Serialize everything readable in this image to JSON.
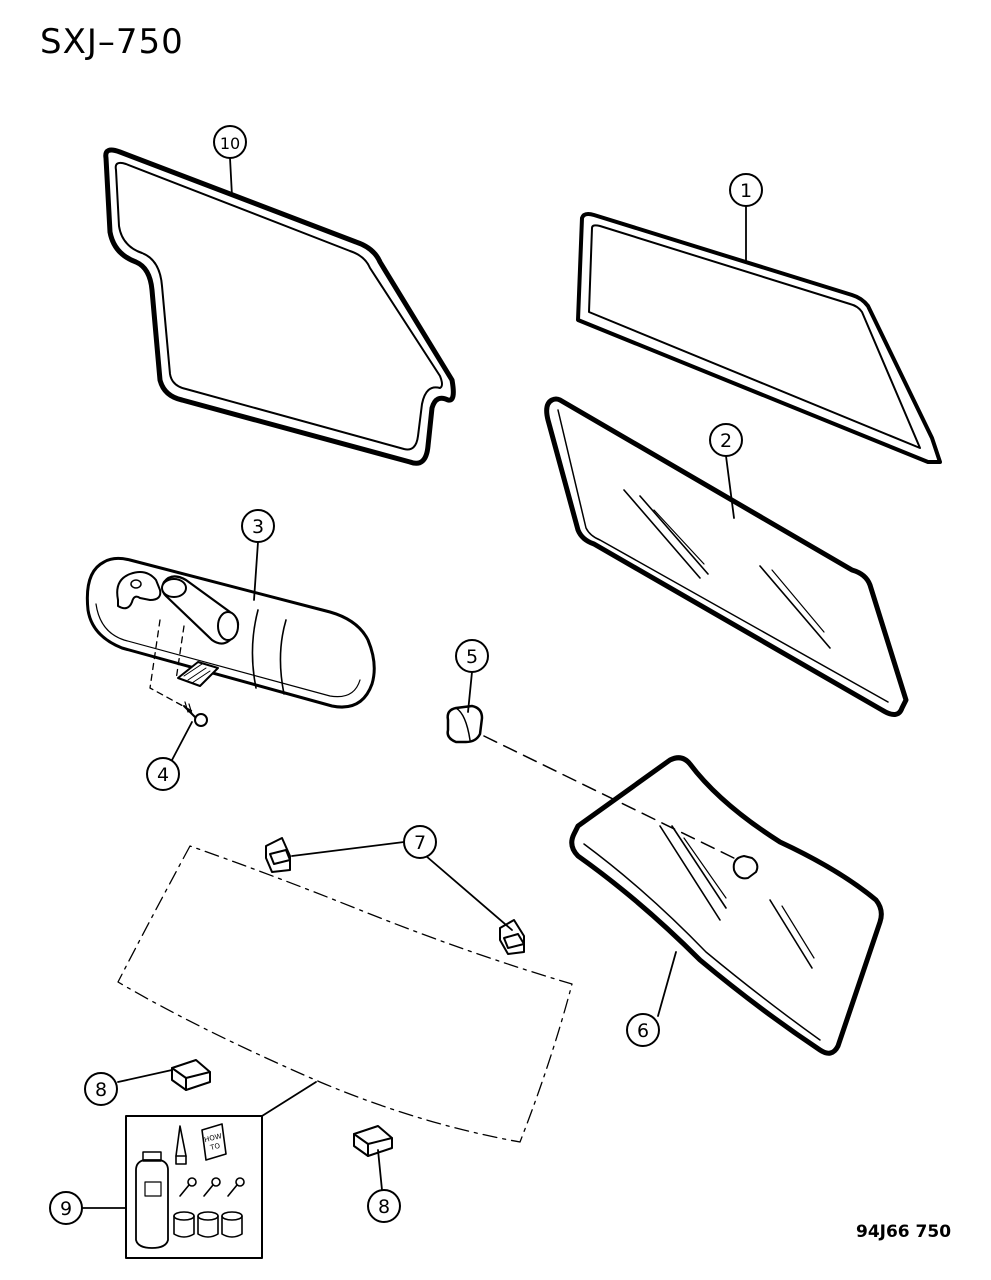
{
  "diagram": {
    "title": "SXJ–750",
    "code": "94J66  750"
  },
  "callouts": [
    {
      "id": "c10",
      "label": "10"
    },
    {
      "id": "c1",
      "label": "1"
    },
    {
      "id": "c2",
      "label": "2"
    },
    {
      "id": "c3",
      "label": "3"
    },
    {
      "id": "c4",
      "label": "4"
    },
    {
      "id": "c5",
      "label": "5"
    },
    {
      "id": "c6",
      "label": "6"
    },
    {
      "id": "c7",
      "label": "7"
    },
    {
      "id": "c8a",
      "label": "8"
    },
    {
      "id": "c8b",
      "label": "8"
    },
    {
      "id": "c9",
      "label": "9"
    }
  ],
  "kit_booklet_text": [
    "HOW",
    "TO"
  ]
}
